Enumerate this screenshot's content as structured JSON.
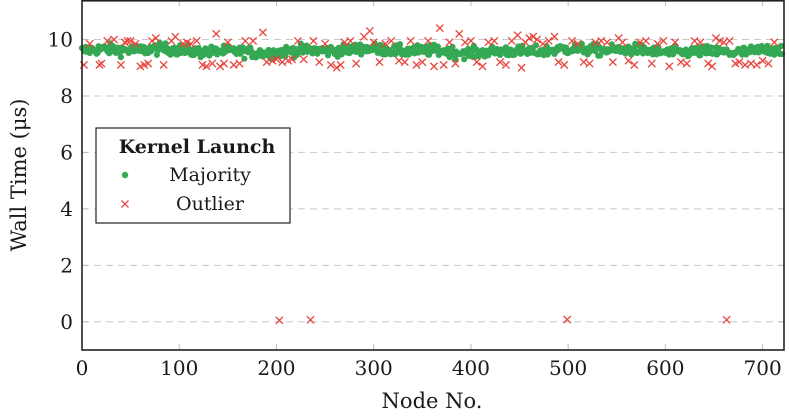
{
  "chart_data": {
    "type": "scatter",
    "title": "",
    "xlabel": "Node No.",
    "ylabel": "Wall Time (μs)",
    "ylabel_parts": {
      "main": "Wall Time (",
      "unit": "μs",
      "close": ")"
    },
    "xlim": [
      0,
      722
    ],
    "ylim": [
      -1,
      11.4
    ],
    "xticks": [
      0,
      100,
      200,
      300,
      400,
      500,
      600,
      700
    ],
    "yticks": [
      0,
      2,
      4,
      6,
      8,
      10
    ],
    "grid": {
      "y_major": true,
      "style": "dashed",
      "color": "#c8c8c8"
    },
    "legend": {
      "title": "Kernel Launch",
      "position": "center-left",
      "entries": [
        {
          "label": "Majority",
          "marker": "dot",
          "color": "#34a853"
        },
        {
          "label": "Outlier",
          "marker": "x",
          "color": "#e8453c"
        }
      ]
    },
    "series": [
      {
        "name": "Majority",
        "marker": "dot",
        "color": "#34a853",
        "x_range": [
          0,
          720
        ],
        "count": 721,
        "y_center": 9.6,
        "y_spread": 0.12,
        "note": "one point per node, dense band between ~9.35 and ~9.85"
      },
      {
        "name": "Outlier",
        "marker": "x",
        "color": "#e8453c",
        "points": [
          [
            2,
            9.1
          ],
          [
            8,
            9.85
          ],
          [
            18,
            9.1
          ],
          [
            20,
            9.15
          ],
          [
            26,
            9.95
          ],
          [
            33,
            10.0
          ],
          [
            40,
            9.1
          ],
          [
            44,
            9.9
          ],
          [
            47,
            9.95
          ],
          [
            50,
            9.95
          ],
          [
            55,
            9.85
          ],
          [
            60,
            9.05
          ],
          [
            64,
            9.1
          ],
          [
            68,
            9.15
          ],
          [
            72,
            9.95
          ],
          [
            76,
            10.05
          ],
          [
            84,
            9.1
          ],
          [
            92,
            9.95
          ],
          [
            96,
            10.1
          ],
          [
            104,
            9.85
          ],
          [
            108,
            9.9
          ],
          [
            112,
            9.85
          ],
          [
            118,
            9.95
          ],
          [
            124,
            9.1
          ],
          [
            128,
            9.05
          ],
          [
            134,
            9.15
          ],
          [
            138,
            10.2
          ],
          [
            142,
            9.05
          ],
          [
            146,
            9.15
          ],
          [
            150,
            9.9
          ],
          [
            156,
            9.1
          ],
          [
            162,
            9.15
          ],
          [
            168,
            9.95
          ],
          [
            176,
            9.95
          ],
          [
            186,
            10.25
          ],
          [
            190,
            9.2
          ],
          [
            196,
            9.25
          ],
          [
            200,
            9.3
          ],
          [
            203,
            0.05
          ],
          [
            206,
            9.2
          ],
          [
            212,
            9.25
          ],
          [
            216,
            9.3
          ],
          [
            222,
            9.95
          ],
          [
            228,
            9.3
          ],
          [
            235,
            0.07
          ],
          [
            238,
            9.95
          ],
          [
            244,
            9.2
          ],
          [
            250,
            9.85
          ],
          [
            256,
            9.1
          ],
          [
            262,
            9.0
          ],
          [
            266,
            9.1
          ],
          [
            270,
            9.9
          ],
          [
            276,
            9.95
          ],
          [
            282,
            9.15
          ],
          [
            290,
            10.1
          ],
          [
            296,
            10.3
          ],
          [
            300,
            9.9
          ],
          [
            306,
            9.2
          ],
          [
            312,
            9.85
          ],
          [
            318,
            9.95
          ],
          [
            326,
            9.25
          ],
          [
            332,
            9.2
          ],
          [
            338,
            9.95
          ],
          [
            344,
            9.1
          ],
          [
            350,
            9.2
          ],
          [
            356,
            9.95
          ],
          [
            362,
            9.05
          ],
          [
            368,
            10.4
          ],
          [
            372,
            9.1
          ],
          [
            378,
            9.9
          ],
          [
            384,
            9.15
          ],
          [
            388,
            10.2
          ],
          [
            394,
            9.9
          ],
          [
            400,
            9.95
          ],
          [
            406,
            9.2
          ],
          [
            412,
            9.05
          ],
          [
            418,
            9.9
          ],
          [
            424,
            9.95
          ],
          [
            430,
            9.2
          ],
          [
            436,
            9.1
          ],
          [
            442,
            9.95
          ],
          [
            448,
            10.15
          ],
          [
            452,
            9.0
          ],
          [
            456,
            9.9
          ],
          [
            460,
            10.05
          ],
          [
            464,
            10.1
          ],
          [
            468,
            10.0
          ],
          [
            474,
            9.85
          ],
          [
            480,
            9.95
          ],
          [
            486,
            10.1
          ],
          [
            490,
            9.2
          ],
          [
            496,
            9.1
          ],
          [
            499,
            0.08
          ],
          [
            504,
            9.95
          ],
          [
            510,
            9.85
          ],
          [
            516,
            9.2
          ],
          [
            522,
            9.15
          ],
          [
            528,
            9.9
          ],
          [
            534,
            9.95
          ],
          [
            540,
            9.9
          ],
          [
            546,
            9.2
          ],
          [
            552,
            10.05
          ],
          [
            556,
            9.9
          ],
          [
            562,
            9.25
          ],
          [
            568,
            9.1
          ],
          [
            574,
            9.9
          ],
          [
            580,
            9.95
          ],
          [
            586,
            9.15
          ],
          [
            592,
            9.85
          ],
          [
            598,
            9.95
          ],
          [
            604,
            9.05
          ],
          [
            610,
            9.9
          ],
          [
            616,
            9.2
          ],
          [
            622,
            9.15
          ],
          [
            630,
            9.95
          ],
          [
            636,
            9.9
          ],
          [
            644,
            9.15
          ],
          [
            648,
            9.05
          ],
          [
            652,
            10.05
          ],
          [
            656,
            9.95
          ],
          [
            660,
            9.9
          ],
          [
            663,
            0.07
          ],
          [
            666,
            9.95
          ],
          [
            672,
            9.15
          ],
          [
            676,
            9.2
          ],
          [
            682,
            9.1
          ],
          [
            688,
            9.15
          ],
          [
            694,
            9.1
          ],
          [
            700,
            9.25
          ],
          [
            706,
            9.15
          ],
          [
            712,
            9.9
          ]
        ]
      }
    ]
  },
  "axes": {
    "x_title": "Node No.",
    "y_title": "Wall Time (μs)"
  },
  "legend": {
    "title": "Kernel Launch",
    "entries": [
      "Majority",
      "Outlier"
    ]
  },
  "colors": {
    "majority": "#34a853",
    "outlier": "#e8453c",
    "grid": "#c8c8c8",
    "tick": "#bdbdbd",
    "axis": "#222222"
  }
}
